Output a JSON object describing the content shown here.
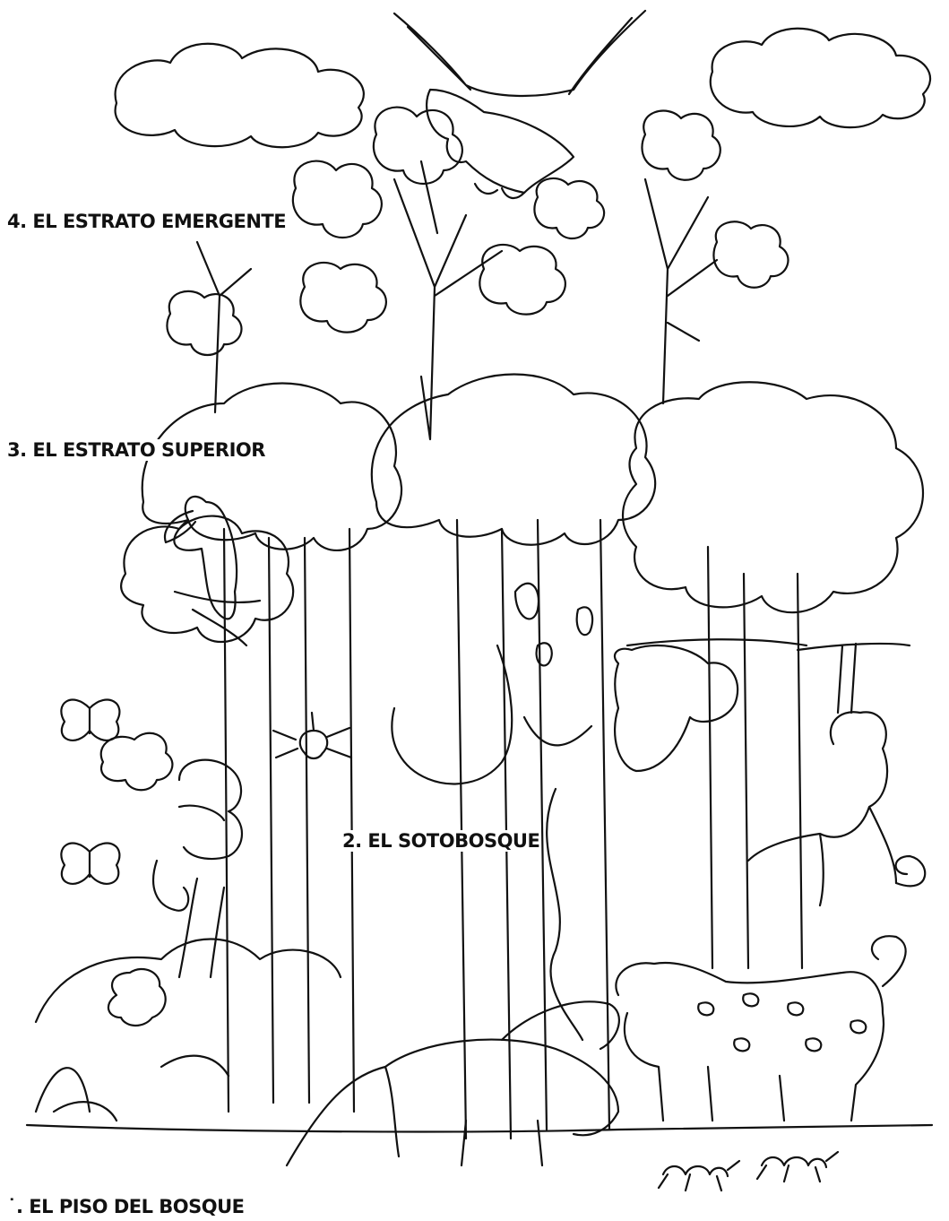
{
  "labels": {
    "emergent": "4. EL ESTRATO EMERGENTE",
    "canopy": "3. EL ESTRATO SUPERIOR",
    "understory": "2. EL SOTOBOSQUE",
    "floor": "˙. EL PISO DEL BOSQUE"
  },
  "line_color": "#111111",
  "background_color": "#ffffff"
}
